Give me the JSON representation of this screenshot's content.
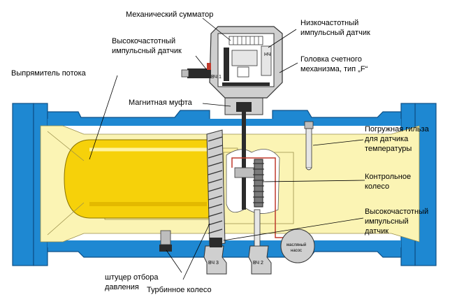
{
  "labels": {
    "summator": "Механический сумматор",
    "lf_sensor_1": "Низкочастотный",
    "lf_sensor_2": "импульсный датчик",
    "hf_sensor_top_1": "Высокочастотный",
    "hf_sensor_top_2": "импульсный датчик",
    "counter_head_1": "Головка счетного",
    "counter_head_2": "механизма, тип „F“",
    "flow_straightener": "Выпрямитель потока",
    "magnetic_coupling": "Магнитная муфта",
    "thermowell_1": "Погружная гильза",
    "thermowell_2": "для датчика",
    "thermowell_3": "температуры",
    "control_wheel_1": "Контрольное",
    "control_wheel_2": "колесо",
    "hf_sensor_bottom_1": "Высокочастотный",
    "hf_sensor_bottom_2": "импульсный",
    "hf_sensor_bottom_3": "датчик",
    "pressure_tap_1": "штуцер отбора",
    "pressure_tap_2": "давления",
    "turbine_wheel": "Турбинное колесо"
  },
  "small_marks": {
    "hf1": "ВЧ 1",
    "lf": "НЧ",
    "hf2": "ВЧ 2",
    "hf3": "ВЧ 3",
    "oil_pump_1": "масляный",
    "oil_pump_2": "насос"
  },
  "colors": {
    "body_blue": "#1e88d2",
    "inner_yellow": "#fbf4b4",
    "cone_yellow": "#f6d10a",
    "head_gray": "#cfcfcf",
    "wire_red": "#c0392b",
    "dark": "#2b2b2b"
  }
}
